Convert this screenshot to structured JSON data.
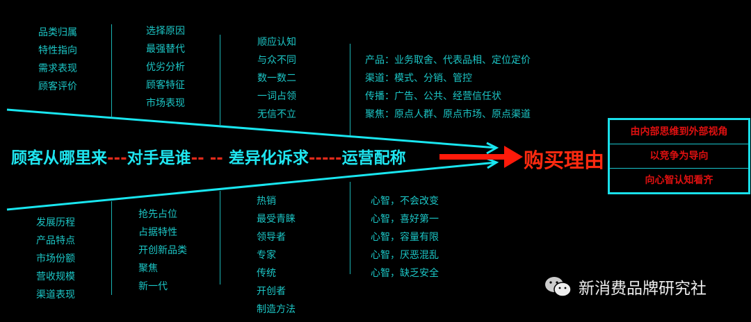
{
  "top_columns": [
    [
      "品类归属",
      "特性指向",
      "需求表现",
      "顾客评价"
    ],
    [
      "选择原因",
      "最强替代",
      "优劣分析",
      "顾客特征",
      "市场表现"
    ],
    [
      "顺应认知",
      "与众不同",
      "数一数二",
      "一词占领",
      "无信不立"
    ],
    [
      "产品：业务取舍、代表品相、定位定价",
      "渠道：模式、分销、管控",
      "传播：广告、公共、经营信任状",
      "聚焦：原点人群、原点市场、原点渠道"
    ]
  ],
  "bottom_columns": [
    [
      "发展历程",
      "产品特点",
      "市场份额",
      "营收规模",
      "渠道表现"
    ],
    [
      "抢先占位",
      "占据特性",
      "开创新品类",
      "聚焦",
      "新一代"
    ],
    [
      "热销",
      "最受青睐",
      "领导者",
      "专家",
      "传统",
      "开创者",
      "制造方法"
    ],
    [
      "心智，不会改变",
      "心智，喜好第一",
      "心智，容量有限",
      "心智，厌恶混乱",
      "心智，缺乏安全"
    ]
  ],
  "main_flow": {
    "s1": "顾客从哪里来",
    "d1": "---",
    "s2": "对手是谁",
    "d2": "-- --",
    "s3": "差异化诉求",
    "d3": "-----",
    "s4": "运营配称"
  },
  "result": "购买理由",
  "box_items": [
    "由内部思维到外部视角",
    "以竞争为导向",
    "向心智认知看齐"
  ],
  "watermark": "新消费品牌研究社"
}
